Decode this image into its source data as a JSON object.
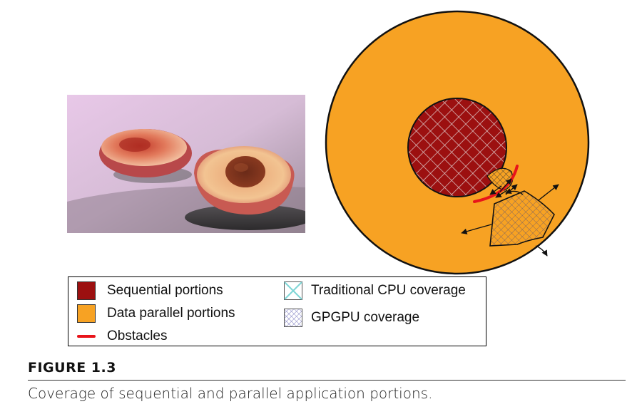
{
  "legend": {
    "items": [
      {
        "key": "sequential",
        "label": "Sequential portions",
        "color": "#9c1010"
      },
      {
        "key": "data_parallel",
        "label": "Data parallel portions",
        "color": "#f7a223"
      },
      {
        "key": "obstacles",
        "label": "Obstacles",
        "color": "#e8141a"
      },
      {
        "key": "cpu",
        "label": "Traditional CPU coverage",
        "color": "#7fd6d6"
      },
      {
        "key": "gpgpu",
        "label": "GPGPU coverage",
        "color": "#8080c8"
      }
    ]
  },
  "figure": {
    "label": "FIGURE 1.3",
    "caption": "Coverage of sequential and parallel application portions."
  },
  "colors": {
    "orange": "#f7a223",
    "dark_red": "#9c1010",
    "obstacle_red": "#e8141a",
    "cpu_hatch": "#7fd6d6",
    "gpgpu_hatch": "#6a6ab8"
  },
  "photo": {
    "subject": "peach halves photograph"
  }
}
